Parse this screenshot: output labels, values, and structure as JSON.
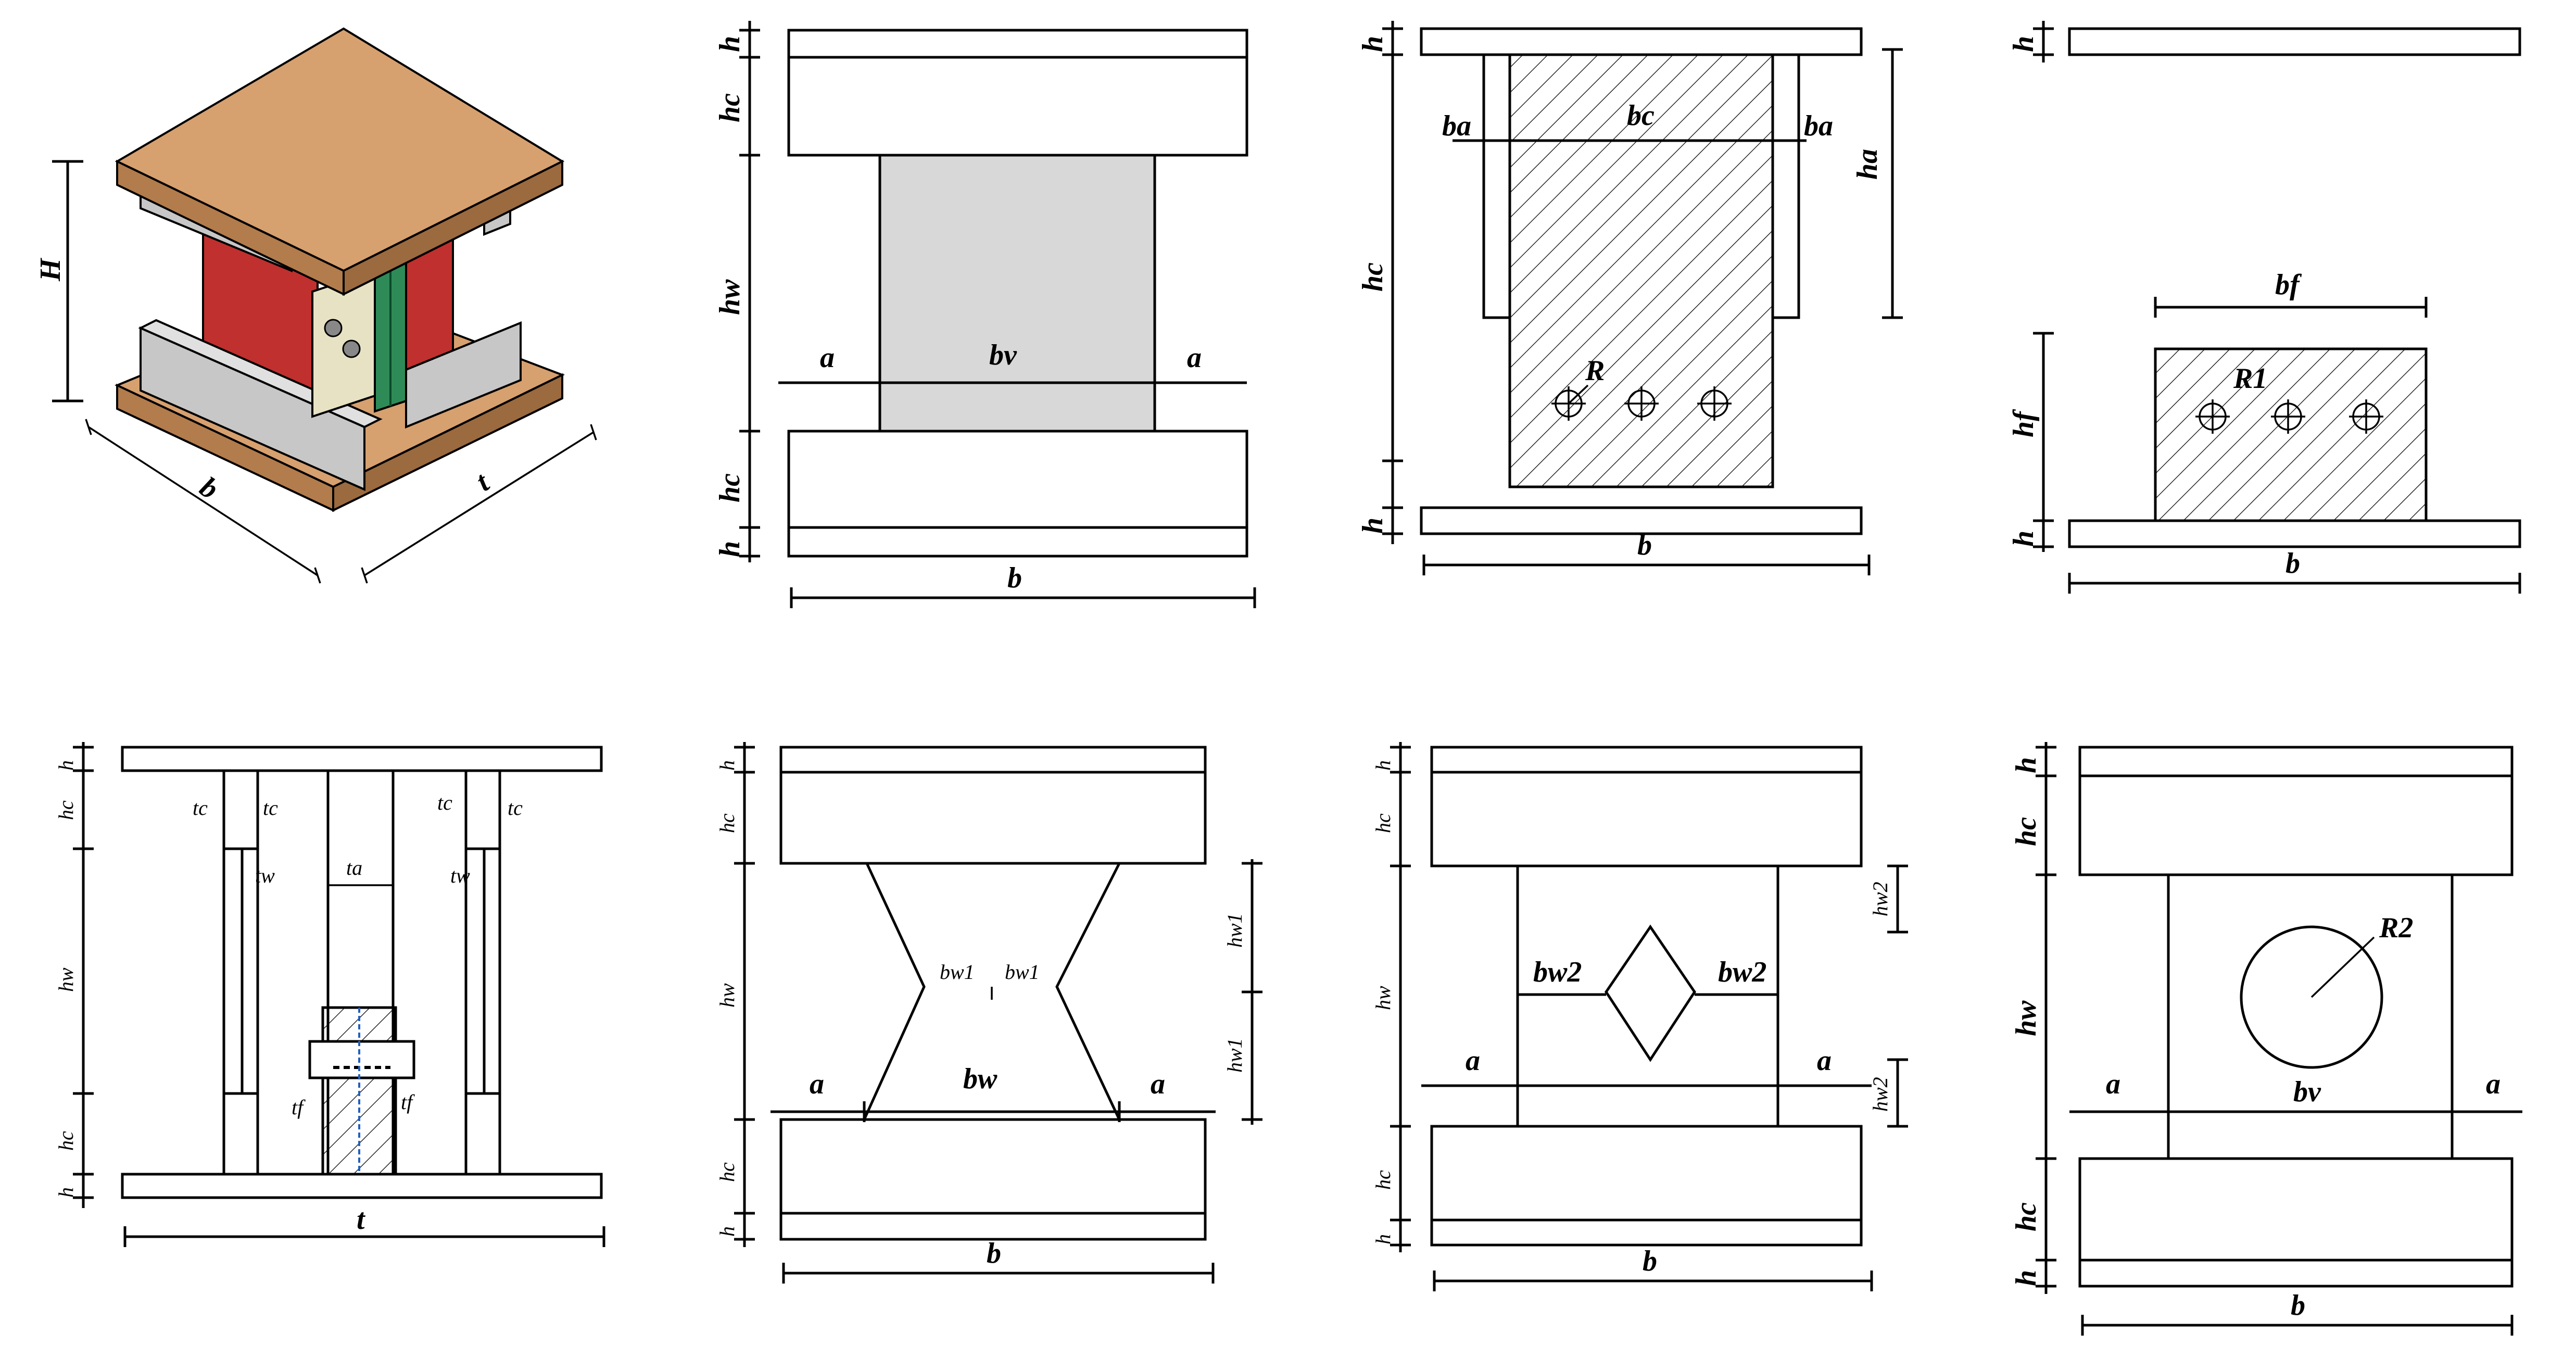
{
  "labels": {
    "H": "H",
    "b": "b",
    "t": "t",
    "h": "h",
    "hc": "hc",
    "hw": "hw",
    "a": "a",
    "bv": "bv",
    "ba": "ba",
    "bc": "bc",
    "ha": "ha",
    "hc2": "hc",
    "R": "R",
    "bf": "bf",
    "hf": "hf",
    "R1": "R1",
    "tc": "tc",
    "tw": "tw",
    "ta": "ta",
    "tf": "tf",
    "bw1": "bw1",
    "hw1": "hw1",
    "bw": "bw",
    "bw2": "bw2",
    "hw2": "hw2",
    "R2": "R2"
  },
  "colors": {
    "plate_tan": "#d7a06f",
    "plate_tan_side": "#b37c4c",
    "web_red": "#c0302e",
    "angle_grey": "#c7c7c7",
    "panel_green": "#2e8b57",
    "panel_cream": "#e8e2c4",
    "web_fill": "#d8d8d8",
    "hatch": "#000000"
  }
}
